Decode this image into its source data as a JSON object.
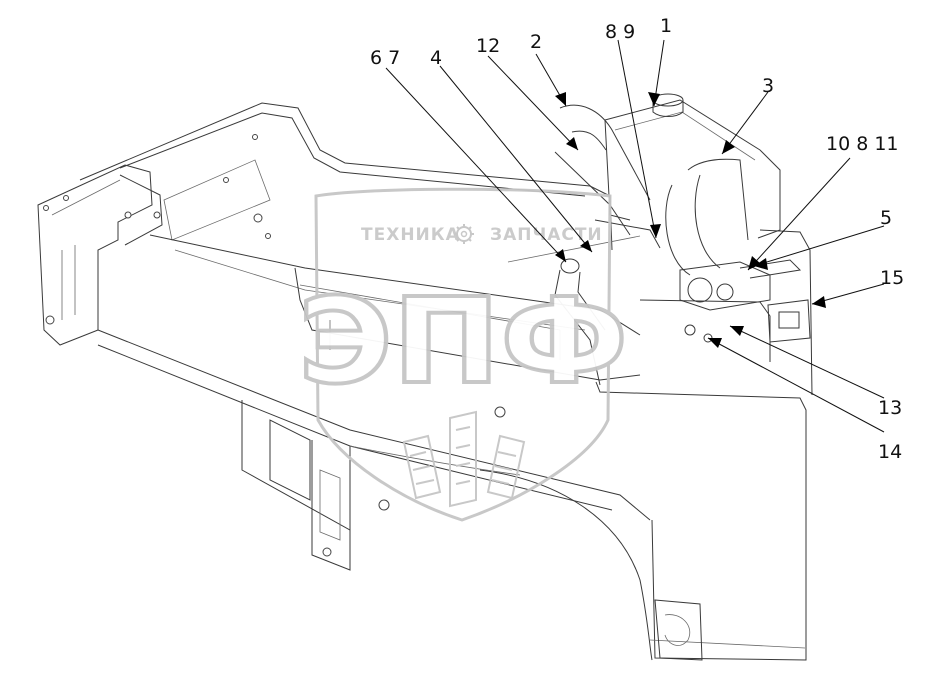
{
  "watermark": {
    "line1_left": "ТЕХНИКА",
    "line1_right": "ЗАПЧАСТИ",
    "big": "ЭПФ",
    "gear_icon": "gear-icon",
    "color": "#c6c6c6"
  },
  "callouts": {
    "c1": "1",
    "c2": "2",
    "c3": "3",
    "c4": "4",
    "c5": "5",
    "c67": "6 7",
    "c89": "8 9",
    "c12": "12",
    "c10811": "10 8 11",
    "c13": "13",
    "c14": "14",
    "c15": "15"
  }
}
